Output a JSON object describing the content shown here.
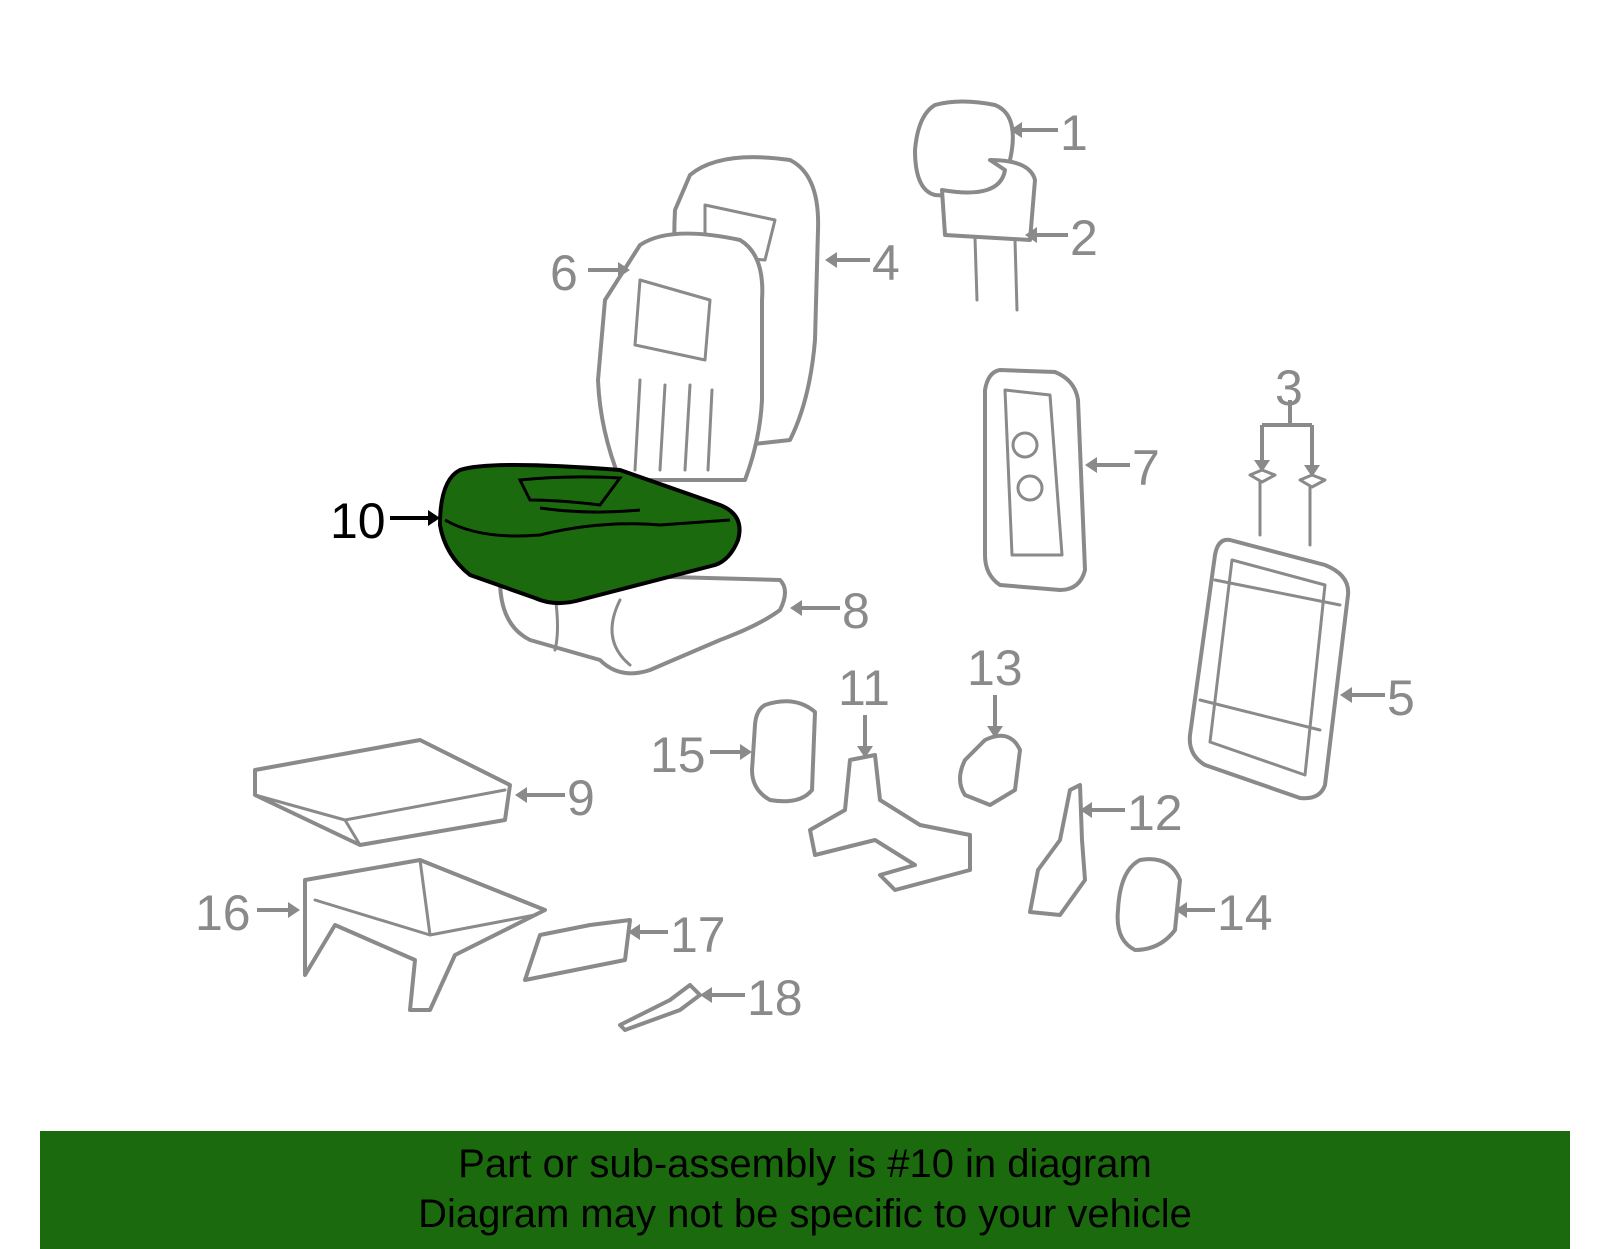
{
  "diagram": {
    "highlighted_part": "10",
    "colors": {
      "highlight": "#1b6b0e",
      "outline": "#8a8a8a",
      "banner": "#1b6b0e",
      "text_highlight": "#000000"
    },
    "callouts": {
      "c1": "1",
      "c2": "2",
      "c3": "3",
      "c4": "4",
      "c5": "5",
      "c6": "6",
      "c7": "7",
      "c8": "8",
      "c9": "9",
      "c10": "10",
      "c11": "11",
      "c12": "12",
      "c13": "13",
      "c14": "14",
      "c15": "15",
      "c16": "16",
      "c17": "17",
      "c18": "18"
    }
  },
  "banner": {
    "line1": "Part or sub-assembly is #10 in diagram",
    "line2": "Diagram may not be specific to your vehicle"
  }
}
